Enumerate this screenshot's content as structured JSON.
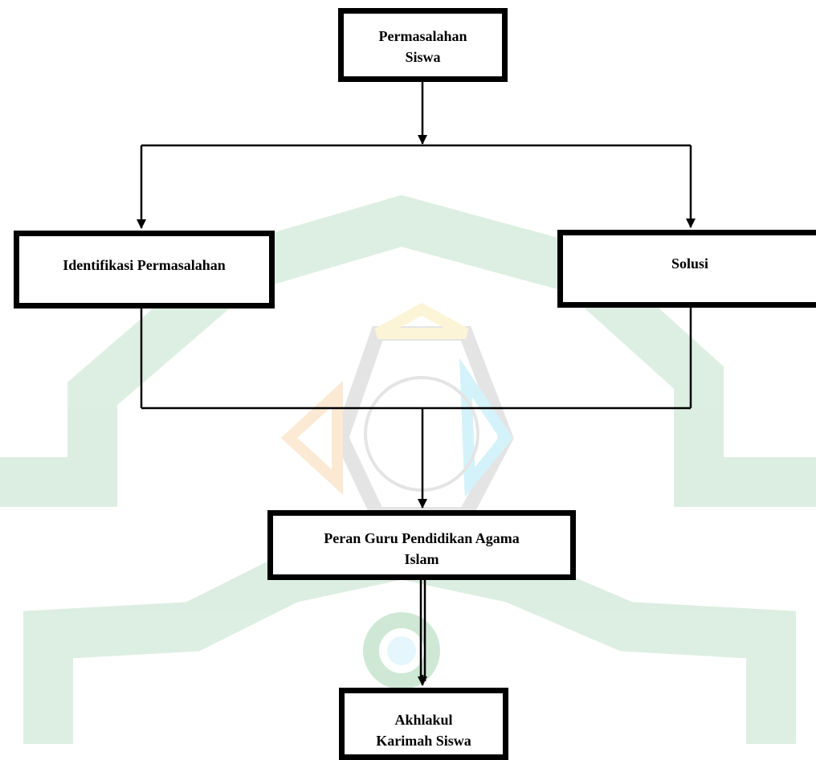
{
  "nodes": {
    "permasalahan": {
      "line1": "Permasalahan",
      "line2": "Siswa"
    },
    "identifikasi": {
      "label": "Identifikasi Permasalahan"
    },
    "solusi": {
      "label": "Solusi"
    },
    "peran": {
      "line1": "Peran Guru Pendidikan Agama",
      "line2": "Islam"
    },
    "akhlak": {
      "line1": "Akhlakul",
      "line2": "Karimah Siswa"
    }
  },
  "colors": {
    "watermark_green": "#2a9a4a",
    "watermark_yellow": "#f2d24a",
    "watermark_blue": "#3ec7e8",
    "watermark_orange": "#f0a040",
    "watermark_grey": "#8a8a8a"
  }
}
